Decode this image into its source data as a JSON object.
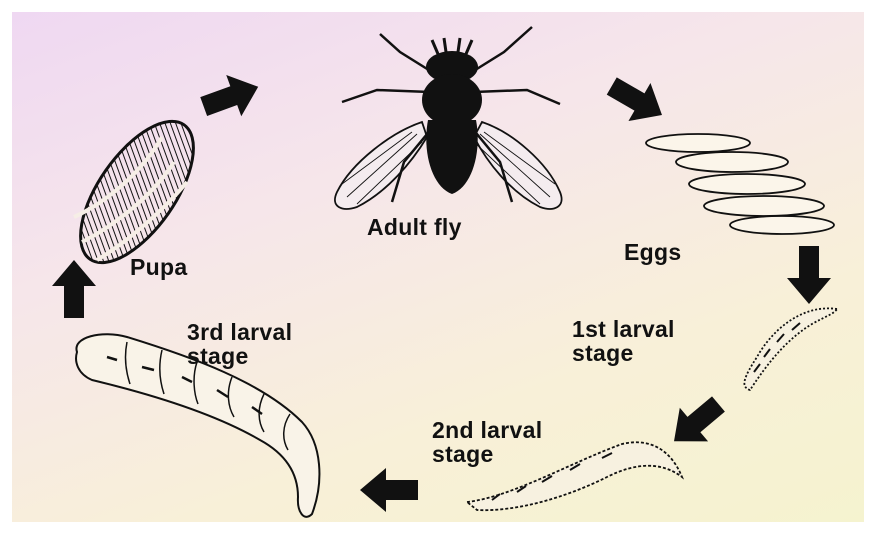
{
  "stages": {
    "adult_fly": "Adult fly",
    "eggs": "Eggs",
    "first_larval": "1st larval\nstage",
    "second_larval": "2nd larval\nstage",
    "third_larval": "3rd larval\nstage",
    "pupa": "Pupa"
  },
  "colors": {
    "ink": "#111111",
    "background_top": "#efd8f2",
    "background_bottom": "#f5f3cf"
  }
}
